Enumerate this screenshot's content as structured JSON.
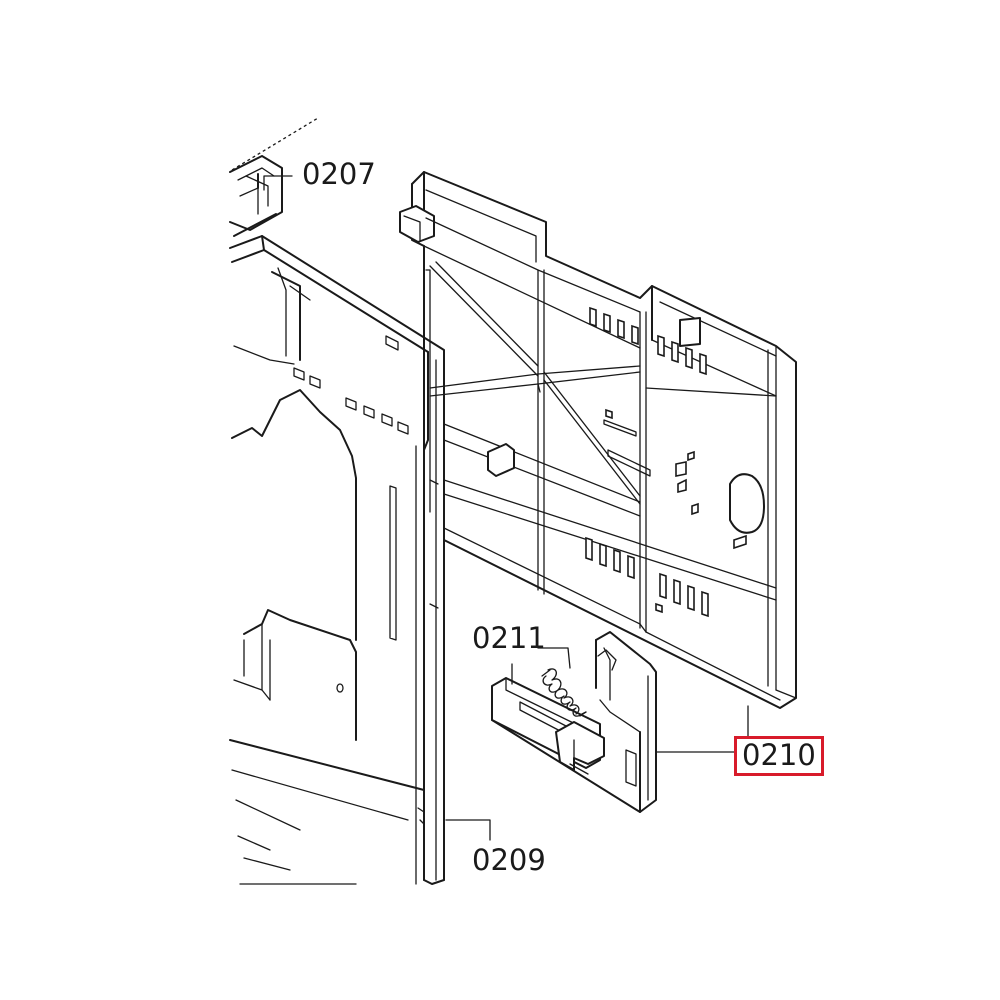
{
  "callouts": [
    {
      "id": "0207",
      "text": "0207",
      "highlight": false
    },
    {
      "id": "0209",
      "text": "0209",
      "highlight": false
    },
    {
      "id": "0210",
      "text": "0210",
      "highlight": true
    },
    {
      "id": "0211",
      "text": "0211",
      "highlight": false
    }
  ],
  "colors": {
    "line": "#1a1a1a",
    "highlight_box": "#d81b2a",
    "background": "#ffffff"
  }
}
